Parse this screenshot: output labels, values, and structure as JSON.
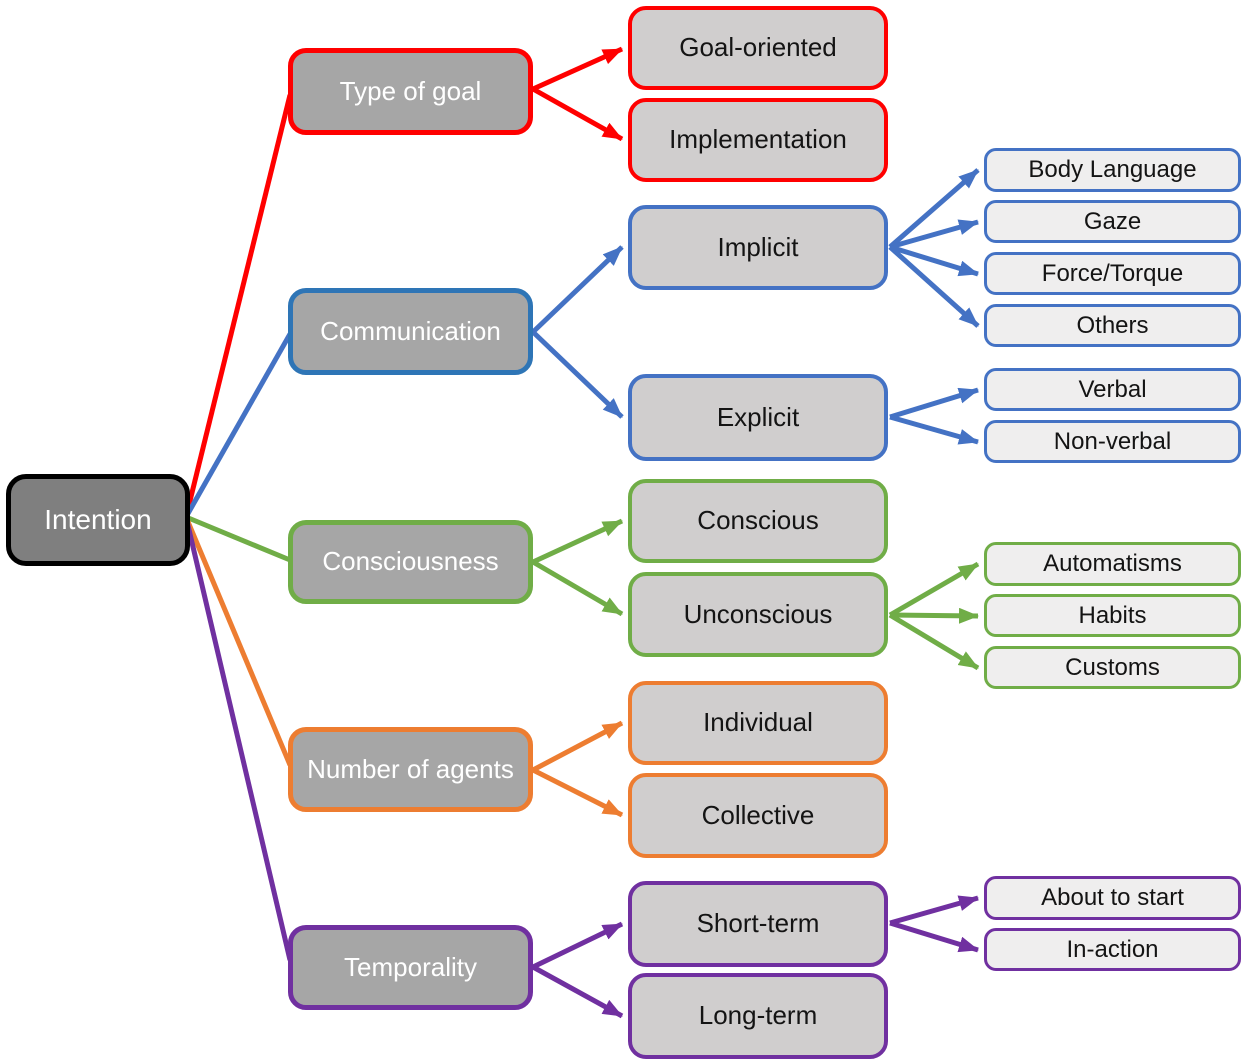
{
  "root": {
    "label": "Intention"
  },
  "branches": [
    {
      "label": "Type of goal",
      "color": "#FF0000",
      "children": [
        {
          "label": "Goal-oriented",
          "children": []
        },
        {
          "label": "Implementation",
          "children": []
        }
      ]
    },
    {
      "label": "Communication",
      "color": "#2E75B6",
      "arrow_color": "#4472C4",
      "children": [
        {
          "label": "Implicit",
          "children": [
            {
              "label": "Body Language"
            },
            {
              "label": "Gaze"
            },
            {
              "label": "Force/Torque"
            },
            {
              "label": "Others"
            }
          ]
        },
        {
          "label": "Explicit",
          "children": [
            {
              "label": "Verbal"
            },
            {
              "label": "Non-verbal"
            }
          ]
        }
      ]
    },
    {
      "label": "Consciousness",
      "color": "#70AD47",
      "children": [
        {
          "label": "Conscious",
          "children": []
        },
        {
          "label": "Unconscious",
          "children": [
            {
              "label": "Automatisms"
            },
            {
              "label": "Habits"
            },
            {
              "label": "Customs"
            }
          ]
        }
      ]
    },
    {
      "label": "Number of agents",
      "color": "#ED7D31",
      "children": [
        {
          "label": "Individual",
          "children": []
        },
        {
          "label": "Collective",
          "children": []
        }
      ]
    },
    {
      "label": "Temporality",
      "color": "#7030A0",
      "children": [
        {
          "label": "Short-term",
          "children": [
            {
              "label": "About to start"
            },
            {
              "label": "In-action"
            }
          ]
        },
        {
          "label": "Long-term",
          "children": []
        }
      ]
    }
  ],
  "palette": {
    "red": "#FF0000",
    "blue": "#4472C4",
    "blue_dark": "#2E75B6",
    "green": "#70AD47",
    "orange": "#ED7D31",
    "purple": "#7030A0",
    "root_fill": "#7F7F7F",
    "category_fill": "#A6A6A6",
    "mid_fill": "#D0CECE",
    "leaf_fill": "#EFEEEE"
  }
}
